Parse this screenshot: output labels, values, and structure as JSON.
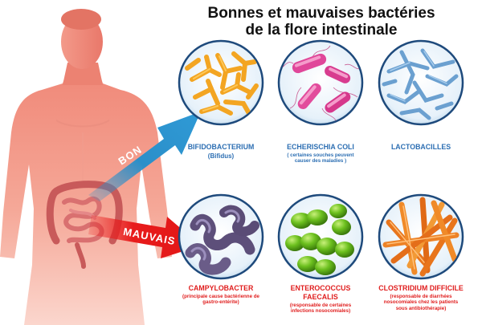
{
  "title": {
    "line1": "Bonnes et mauvaises bactéries",
    "line2": "de la flore intestinale"
  },
  "arrows": {
    "good_label": "BON",
    "bad_label": "MAUVAIS",
    "good_color": "#2b8fc9",
    "bad_color": "#e81c1c"
  },
  "good_bacteria": [
    {
      "name": "BIFIDOBACTERIUM",
      "desc": "(Bifidus)"
    },
    {
      "name": "ECHERISCHIA COLI",
      "desc": "( certaines souches peuvent causer des maladies )"
    },
    {
      "name": "LACTOBACILLES",
      "desc": ""
    }
  ],
  "bad_bacteria": [
    {
      "name": "CAMPYLOBACTER",
      "desc": "(principale cause bactérienne de gastro-entérite)"
    },
    {
      "name": "ENTEROCOCCUS FAECALIS",
      "desc": "(responsable de certaines infections nosocomiales)"
    },
    {
      "name": "CLOSTRIDIUM DIFFICILE",
      "desc": "(responsable de diarrhées nosocomiales chez les patients sous antibiothérapie)"
    }
  ],
  "colors": {
    "good_caption": "#2d6fb3",
    "bad_caption": "#e01e1e",
    "body": "#ef8f80",
    "bubble_border": "#1e4a7c"
  }
}
